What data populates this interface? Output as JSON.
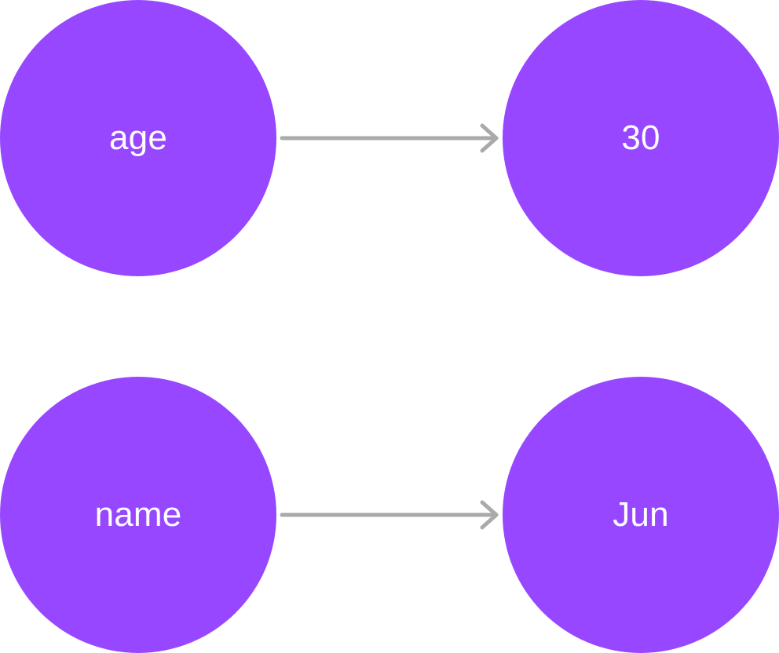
{
  "colors": {
    "node_fill": "#9747ff",
    "node_text": "#ffffff",
    "arrow": "#aaaaaa",
    "background": "#ffffff"
  },
  "mappings": [
    {
      "key": "age",
      "value": "30"
    },
    {
      "key": "name",
      "value": "Jun"
    }
  ]
}
